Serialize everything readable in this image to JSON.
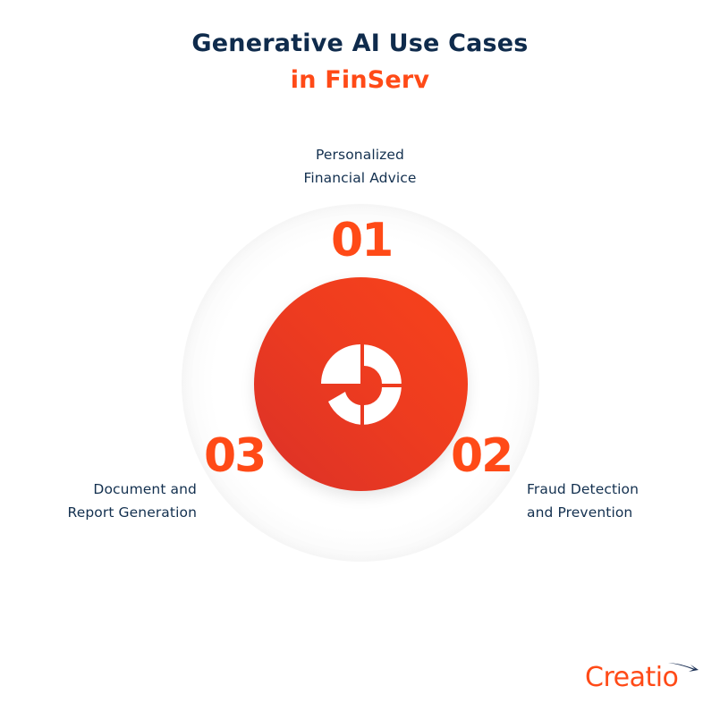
{
  "header": {
    "title_line1": "Generative AI Use Cases",
    "title_line2": "in FinServ"
  },
  "center": {
    "icon": "pie-chart-icon"
  },
  "items": [
    {
      "number": "01",
      "label_line1": "Personalized",
      "label_line2": "Financial Advice",
      "position": "top"
    },
    {
      "number": "02",
      "label_line1": "Fraud Detection",
      "label_line2": "and Prevention",
      "position": "bottom-right"
    },
    {
      "number": "03",
      "label_line1": "Document and",
      "label_line2": "Report Generation",
      "position": "bottom-left"
    }
  ],
  "brand": {
    "logo_text": "Creatio",
    "logo_icon": "swoosh-icon"
  },
  "colors": {
    "navy": "#0f2b4c",
    "accent_orange": "#ff4a17",
    "circle_red_top": "#f8431b",
    "circle_red_bottom": "#db3128",
    "ring_grey": "#efefef"
  }
}
